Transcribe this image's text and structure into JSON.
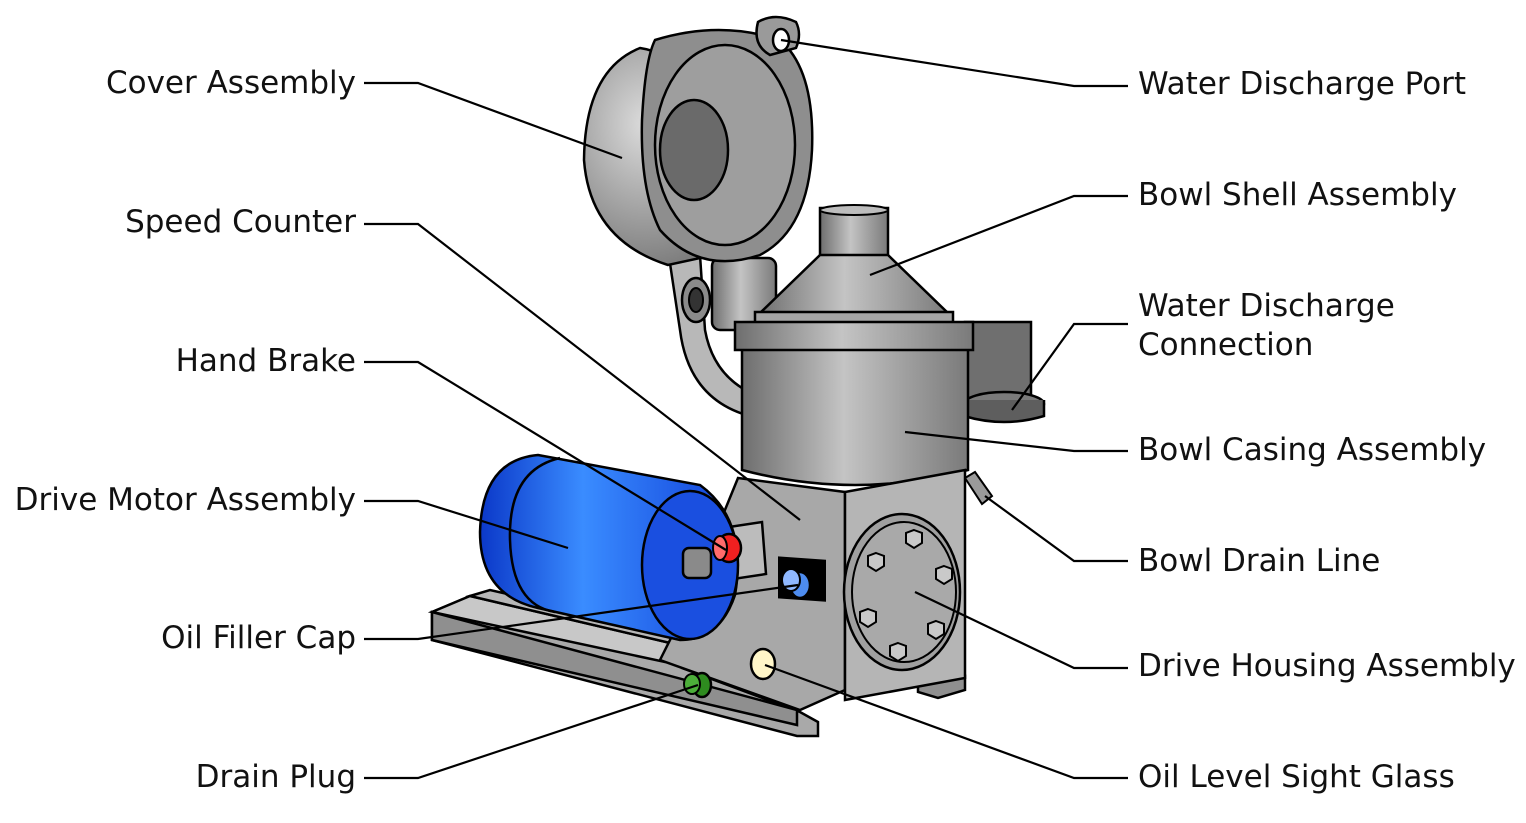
{
  "labels_left": {
    "cover_assembly": "Cover Assembly",
    "speed_counter": "Speed Counter",
    "hand_brake": "Hand Brake",
    "drive_motor_assembly": "Drive Motor Assembly",
    "oil_filler_cap": "Oil Filler Cap",
    "drain_plug": "Drain Plug"
  },
  "labels_right": {
    "water_discharge_port": "Water Discharge Port",
    "bowl_shell_assembly": "Bowl Shell Assembly",
    "water_discharge_connection_line1": "Water Discharge",
    "water_discharge_connection_line2": "Connection",
    "bowl_casing_assembly": "Bowl Casing Assembly",
    "bowl_drain_line": "Bowl Drain Line",
    "drive_housing_assembly": "Drive Housing Assembly",
    "oil_level_sight_glass": "Oil Level Sight Glass"
  },
  "colors": {
    "motor_blue": "#1a55f0",
    "hand_brake_red": "#f02020",
    "oil_filler_blue": "#4d8cf0",
    "drain_plug_green": "#2e8b1f",
    "sight_glass_yellow": "#fff6c8",
    "metal_gray": "#9a9a9a"
  }
}
